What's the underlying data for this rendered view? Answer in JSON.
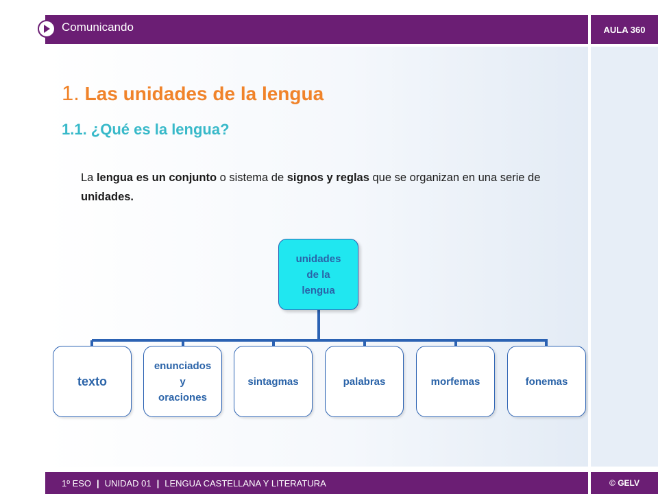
{
  "header": {
    "section_title": "Comunicando",
    "badge": "AULA 360"
  },
  "content": {
    "title_number": "1.",
    "title_text": "Las unidades de la lengua",
    "subtitle": "1.1. ¿Qué es la lengua?",
    "paragraph": {
      "p1": "La ",
      "b1": "lengua es un conjunto",
      "p2": " o sistema de ",
      "b2": "signos y reglas",
      "p3": " que se organizan en una serie de ",
      "b3": "unidades."
    }
  },
  "diagram": {
    "root": "unidades\nde la\nlengua",
    "children": [
      "texto",
      "enunciados\ny\noraciones",
      "sintagmas",
      "palabras",
      "morfemas",
      "fonemas"
    ]
  },
  "footer": {
    "course": "1º ESO",
    "separator": "|",
    "unit": "UNIDAD 01",
    "subject": "LENGUA CASTELLANA Y LITERATURA",
    "copyright": "© GELV"
  },
  "colors": {
    "header_bg": "#6b1e74",
    "title": "#f0832a",
    "subtitle": "#38b9c9",
    "root_fill": "#20e7f0",
    "node_text": "#2a63a8",
    "connector": "#2b62b3"
  }
}
